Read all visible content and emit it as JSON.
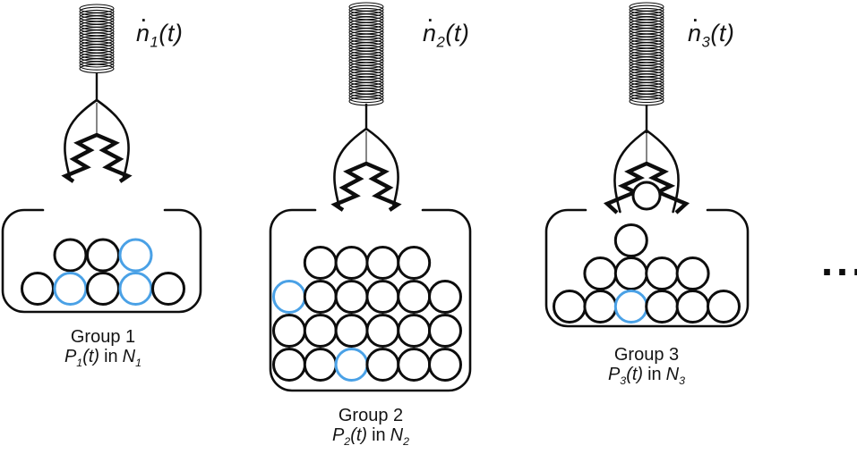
{
  "figure": {
    "overdot": "·",
    "ellipsis": "...",
    "colors": {
      "ink": "#0d0d0d",
      "highlight": "#4aa1e6"
    }
  },
  "groups": [
    {
      "name": "Group 1",
      "rate": {
        "base": "n",
        "sub": "1",
        "arg": "(t)"
      },
      "population": {
        "p": "P",
        "p_sub": "1",
        "arg": "(t)",
        "mid": "in",
        "n": "N",
        "n_sub": "1"
      },
      "claw_holds_ball": false,
      "ball_rows": [
        {
          "offset": 1,
          "cells": [
            0,
            0,
            1
          ]
        },
        {
          "offset": 0,
          "cells": [
            0,
            1,
            0,
            1,
            0
          ]
        }
      ]
    },
    {
      "name": "Group 2",
      "rate": {
        "base": "n",
        "sub": "2",
        "arg": "(t)"
      },
      "population": {
        "p": "P",
        "p_sub": "2",
        "arg": "(t)",
        "mid": "in",
        "n": "N",
        "n_sub": "2"
      },
      "claw_holds_ball": false,
      "ball_rows": [
        {
          "offset": 1,
          "cells": [
            0,
            0,
            0,
            0
          ]
        },
        {
          "offset": 0,
          "cells": [
            1,
            0,
            0,
            0,
            0,
            0
          ]
        },
        {
          "offset": 0,
          "cells": [
            0,
            0,
            0,
            0,
            0,
            0
          ]
        },
        {
          "offset": 0,
          "cells": [
            0,
            0,
            1,
            0,
            0,
            0
          ]
        }
      ]
    },
    {
      "name": "Group 3",
      "rate": {
        "base": "n",
        "sub": "3",
        "arg": "(t)"
      },
      "population": {
        "p": "P",
        "p_sub": "3",
        "arg": "(t)",
        "mid": "in",
        "n": "N",
        "n_sub": "3"
      },
      "claw_holds_ball": true,
      "ball_rows": [
        {
          "offset": 2,
          "cells": [
            0
          ]
        },
        {
          "offset": 1,
          "cells": [
            0,
            0,
            0,
            0
          ]
        },
        {
          "offset": 0,
          "cells": [
            0,
            0,
            1,
            0,
            0,
            0
          ]
        }
      ]
    }
  ]
}
